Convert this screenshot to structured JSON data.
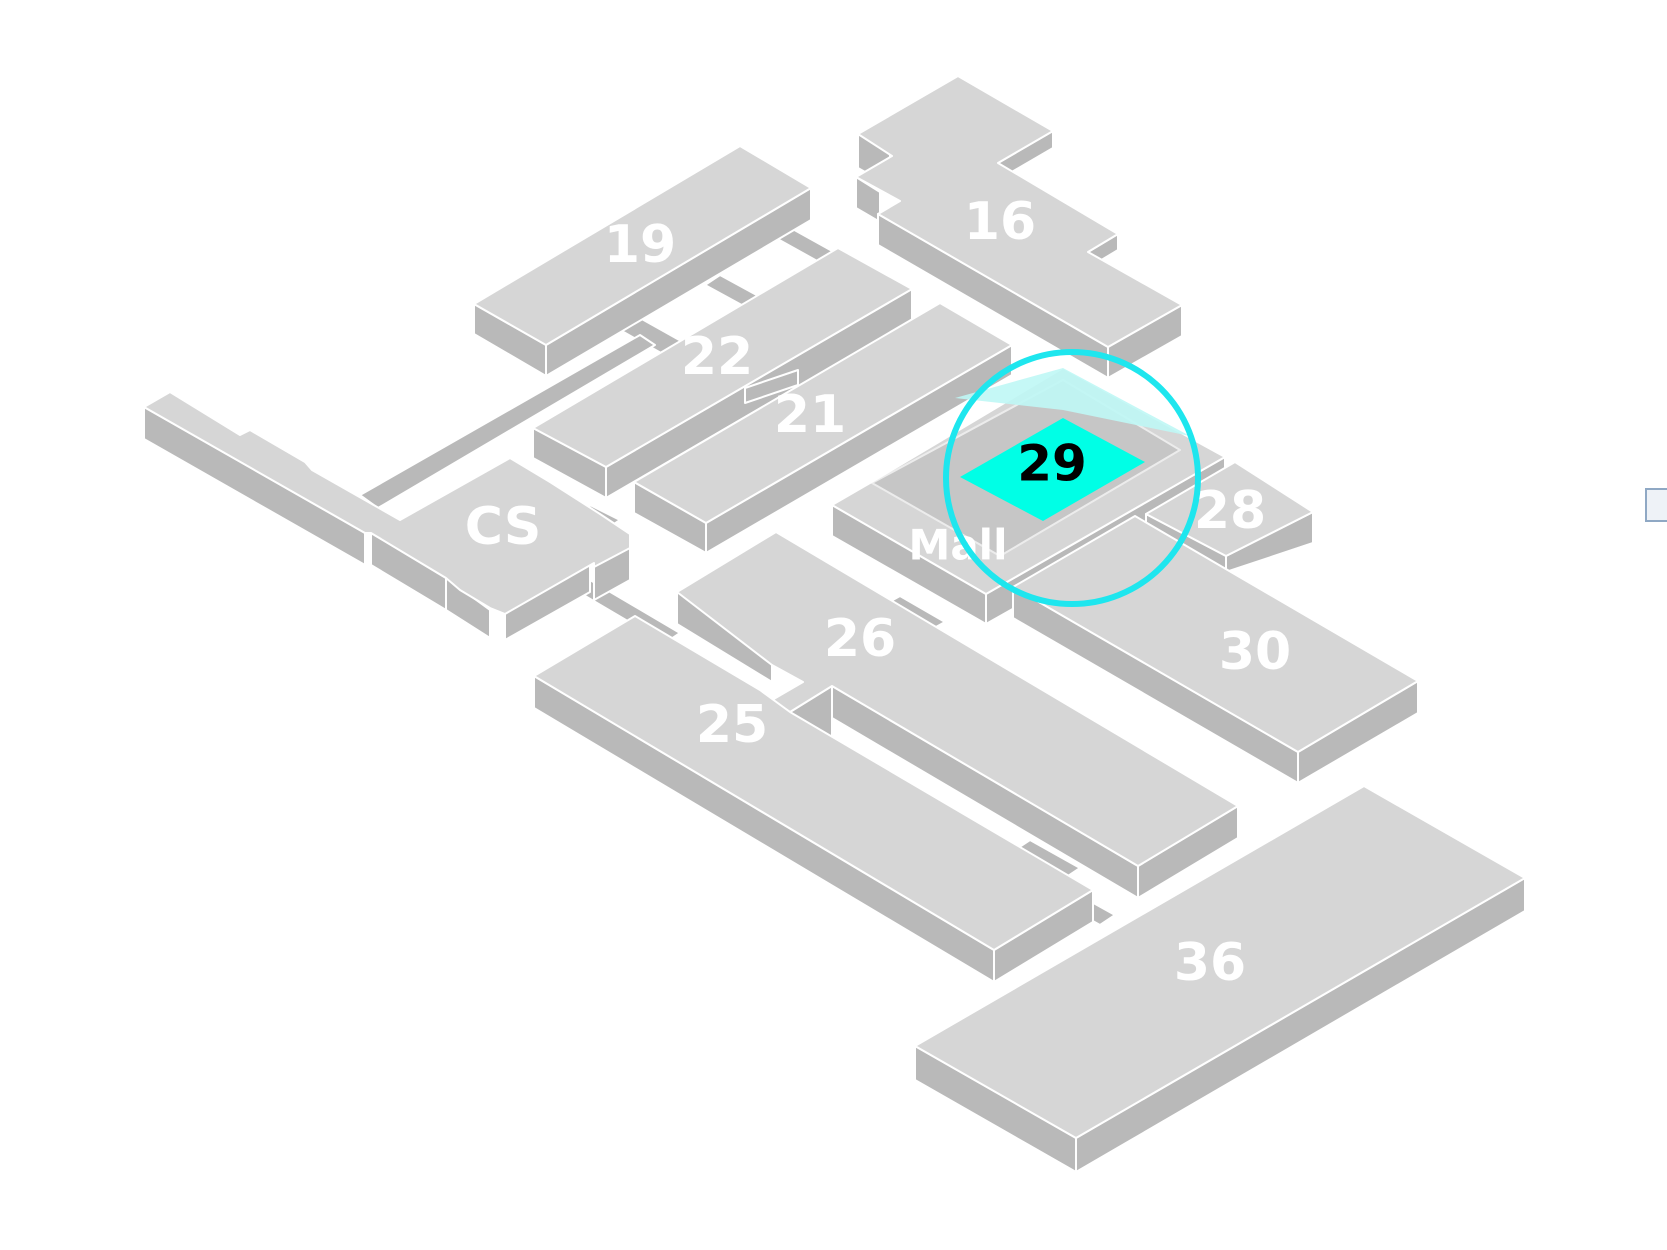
{
  "map": {
    "buildings": [
      {
        "id": "16",
        "label": "16"
      },
      {
        "id": "19",
        "label": "19"
      },
      {
        "id": "22",
        "label": "22"
      },
      {
        "id": "21",
        "label": "21"
      },
      {
        "id": "CS",
        "label": "CS"
      },
      {
        "id": "Mall",
        "label": "Mall"
      },
      {
        "id": "28",
        "label": "28"
      },
      {
        "id": "26",
        "label": "26"
      },
      {
        "id": "30",
        "label": "30"
      },
      {
        "id": "25",
        "label": "25"
      },
      {
        "id": "36",
        "label": "36"
      }
    ],
    "selected": {
      "label": "29",
      "highlight_color": "#00ffe6",
      "ring_color": "#1ee6ee",
      "text_color": "#000000"
    }
  }
}
